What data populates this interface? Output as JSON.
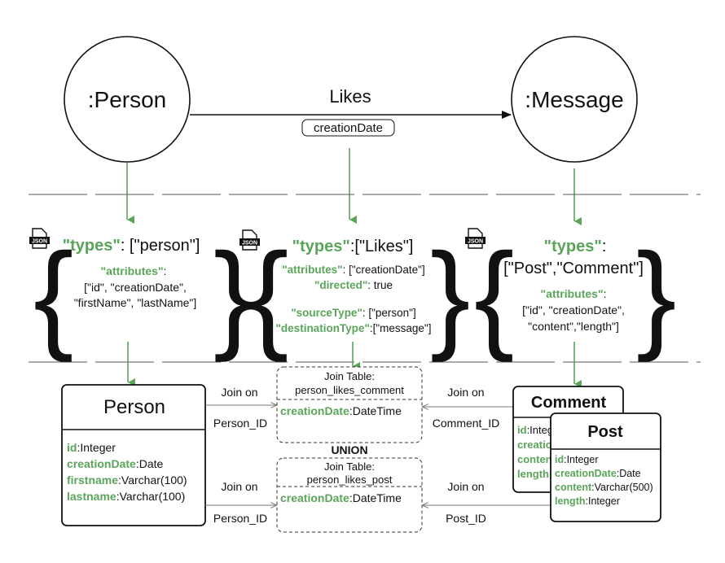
{
  "graph": {
    "person_node": ":Person",
    "message_node": ":Message",
    "edge_label": "Likes",
    "edge_property": "creationDate"
  },
  "icons": {
    "json_label": "JSON"
  },
  "json_schemas": {
    "person": {
      "types_key": "\"types\"",
      "types_value": ": [\"person\"]",
      "attributes_key": "\"attributes\"",
      "attributes_colon": ":",
      "attributes_line1": "[\"id\", \"creationDate\",",
      "attributes_line2": "\"firstName\", \"lastName\"]"
    },
    "likes": {
      "types_key": "\"types\"",
      "types_value": ":[\"Likes\"]",
      "attributes_key": "\"attributes\"",
      "attributes_value": ": [\"creationDate\"]",
      "directed_key": "\"directed\"",
      "directed_value": ": true",
      "source_key": "\"sourceType\"",
      "source_value": ": [\"person\"]",
      "destination_key": "\"destinationType\"",
      "destination_value": ":[\"message\"]"
    },
    "message": {
      "types_key": "\"types\"",
      "types_colon": ":",
      "types_value": "[\"Post\",\"Comment\"]",
      "attributes_key": "\"attributes\"",
      "attributes_colon": ":",
      "attributes_line1": "[\"id\", \"creationDate\",",
      "attributes_line2": "\"content\",\"length\"]"
    }
  },
  "tables": {
    "person": {
      "title": "Person",
      "fields": [
        {
          "name": "id",
          "type": ":Integer"
        },
        {
          "name": "creationDate",
          "type": ":Date"
        },
        {
          "name": "firstname",
          "type": ":Varchar(100)"
        },
        {
          "name": "lastname",
          "type": ":Varchar(100)"
        }
      ]
    },
    "comment": {
      "title": "Comment",
      "fields": [
        {
          "name": "id",
          "type": ":Integer"
        },
        {
          "name": "creationDate",
          "type": ""
        },
        {
          "name": "content",
          "type": ""
        },
        {
          "name": "length",
          "type": ""
        }
      ]
    },
    "post": {
      "title": "Post",
      "fields": [
        {
          "name": "id",
          "type": ":Integer"
        },
        {
          "name": "creationDate",
          "type": ":Date"
        },
        {
          "name": "content",
          "type": ":Varchar(500)"
        },
        {
          "name": "length",
          "type": ":Integer"
        }
      ]
    }
  },
  "join_tables": {
    "comment": {
      "title_line1": "Join Table:",
      "title_line2": "person_likes_comment",
      "field_name": "creationDate",
      "field_type": ":DateTime"
    },
    "post": {
      "title_line1": "Join Table:",
      "title_line2": "person_likes_post",
      "field_name": "creationDate",
      "field_type": ":DateTime"
    },
    "union_label": "UNION"
  },
  "joins": {
    "top_left": {
      "label": "Join on",
      "key": "Person_ID"
    },
    "top_right": {
      "label": "Join on",
      "key": "Comment_ID"
    },
    "bottom_left": {
      "label": "Join on",
      "key": "Person_ID"
    },
    "bottom_right": {
      "label": "Join on",
      "key": "Post_ID"
    }
  },
  "colors": {
    "accent_green": "#5aa55a",
    "text": "#111111",
    "dashed_line": "#555555"
  }
}
